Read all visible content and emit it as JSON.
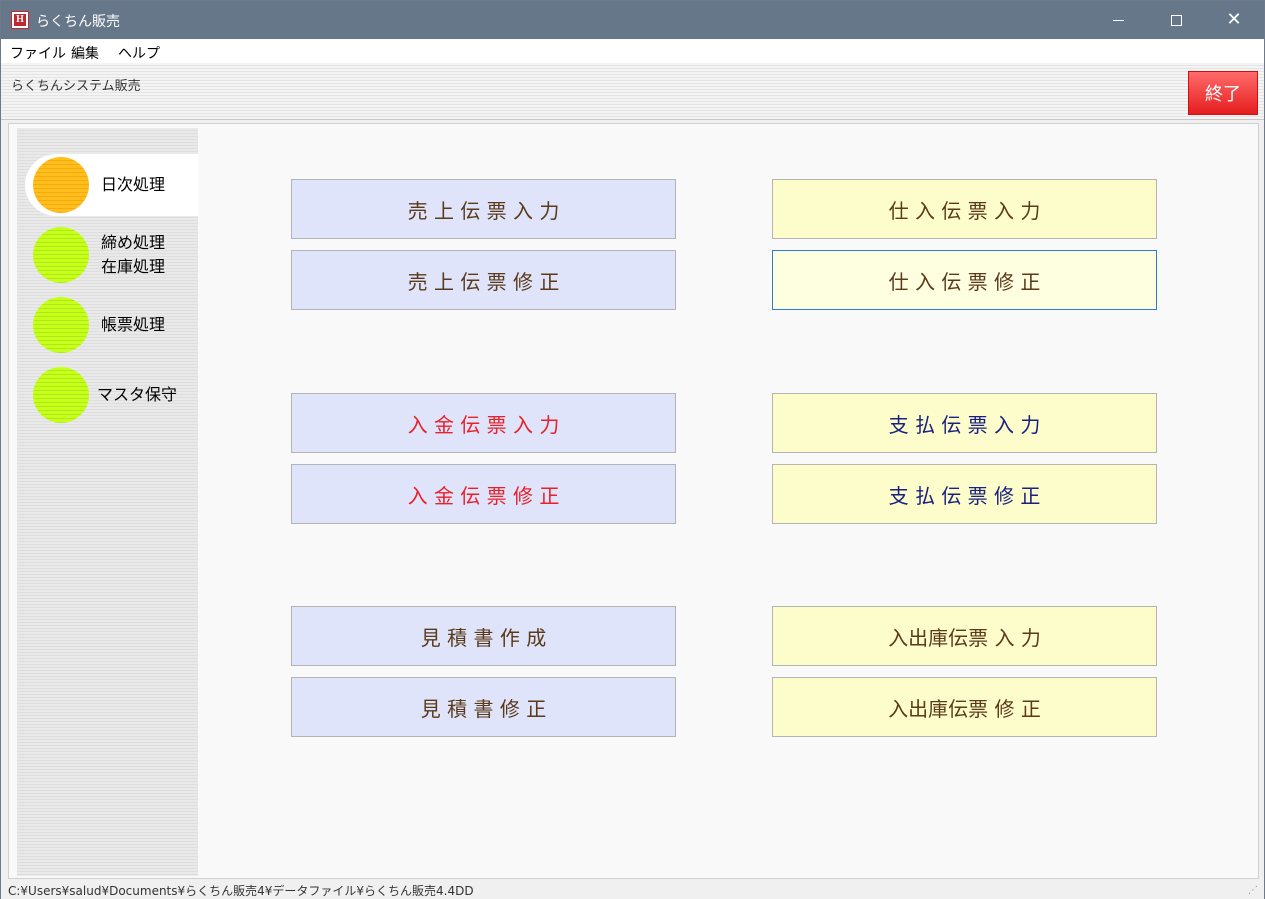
{
  "window": {
    "title": "らくちん販売",
    "icon_letter": "H",
    "controls": {
      "minimize": "",
      "maximize": "",
      "close": "✕"
    }
  },
  "menu": [
    "ファイル",
    "編集",
    "ヘルプ"
  ],
  "header": {
    "system_label": "らくちんシステム販売",
    "exit_label": "終了"
  },
  "sidebar": {
    "items": [
      {
        "label": "日次処理",
        "active": true,
        "color": "#ffbf1a"
      },
      {
        "label_line1": "締め処理",
        "label_line2": "在庫処理",
        "active": false,
        "color": "#c6ff1a"
      },
      {
        "label": "帳票処理",
        "active": false,
        "color": "#c6ff1a"
      },
      {
        "label": "マスタ保守",
        "active": false,
        "color": "#c6ff1a"
      }
    ]
  },
  "buttons": {
    "sales_entry": "売 上 伝 票  入 力",
    "sales_edit": "売 上 伝 票  修 正",
    "purchase_entry": "仕 入 伝 票  入 力",
    "purchase_edit": "仕 入 伝 票  修 正",
    "receipt_entry": "入 金 伝 票  入 力",
    "receipt_edit": "入 金 伝 票  修 正",
    "payment_entry": "支 払 伝 票  入 力",
    "payment_edit": "支 払 伝 票  修 正",
    "estimate_create": "見  積  書  作 成",
    "estimate_edit": "見  積  書  修 正",
    "stock_entry": "入出庫伝票  入 力",
    "stock_edit": "入出庫伝票  修 正"
  },
  "colors": {
    "titlebar": "#66778a",
    "exit_red": "#e51e1e",
    "blue_button": "#dfe4fa",
    "yellow_button": "#fdfdcc",
    "red_text": "#e8202a",
    "navy_text": "#1a2080",
    "focus_border": "#2b7cd3"
  },
  "status": {
    "path": "C:¥Users¥salud¥Documents¥らくちん販売4¥データファイル¥らくちん販売4.4DD"
  }
}
